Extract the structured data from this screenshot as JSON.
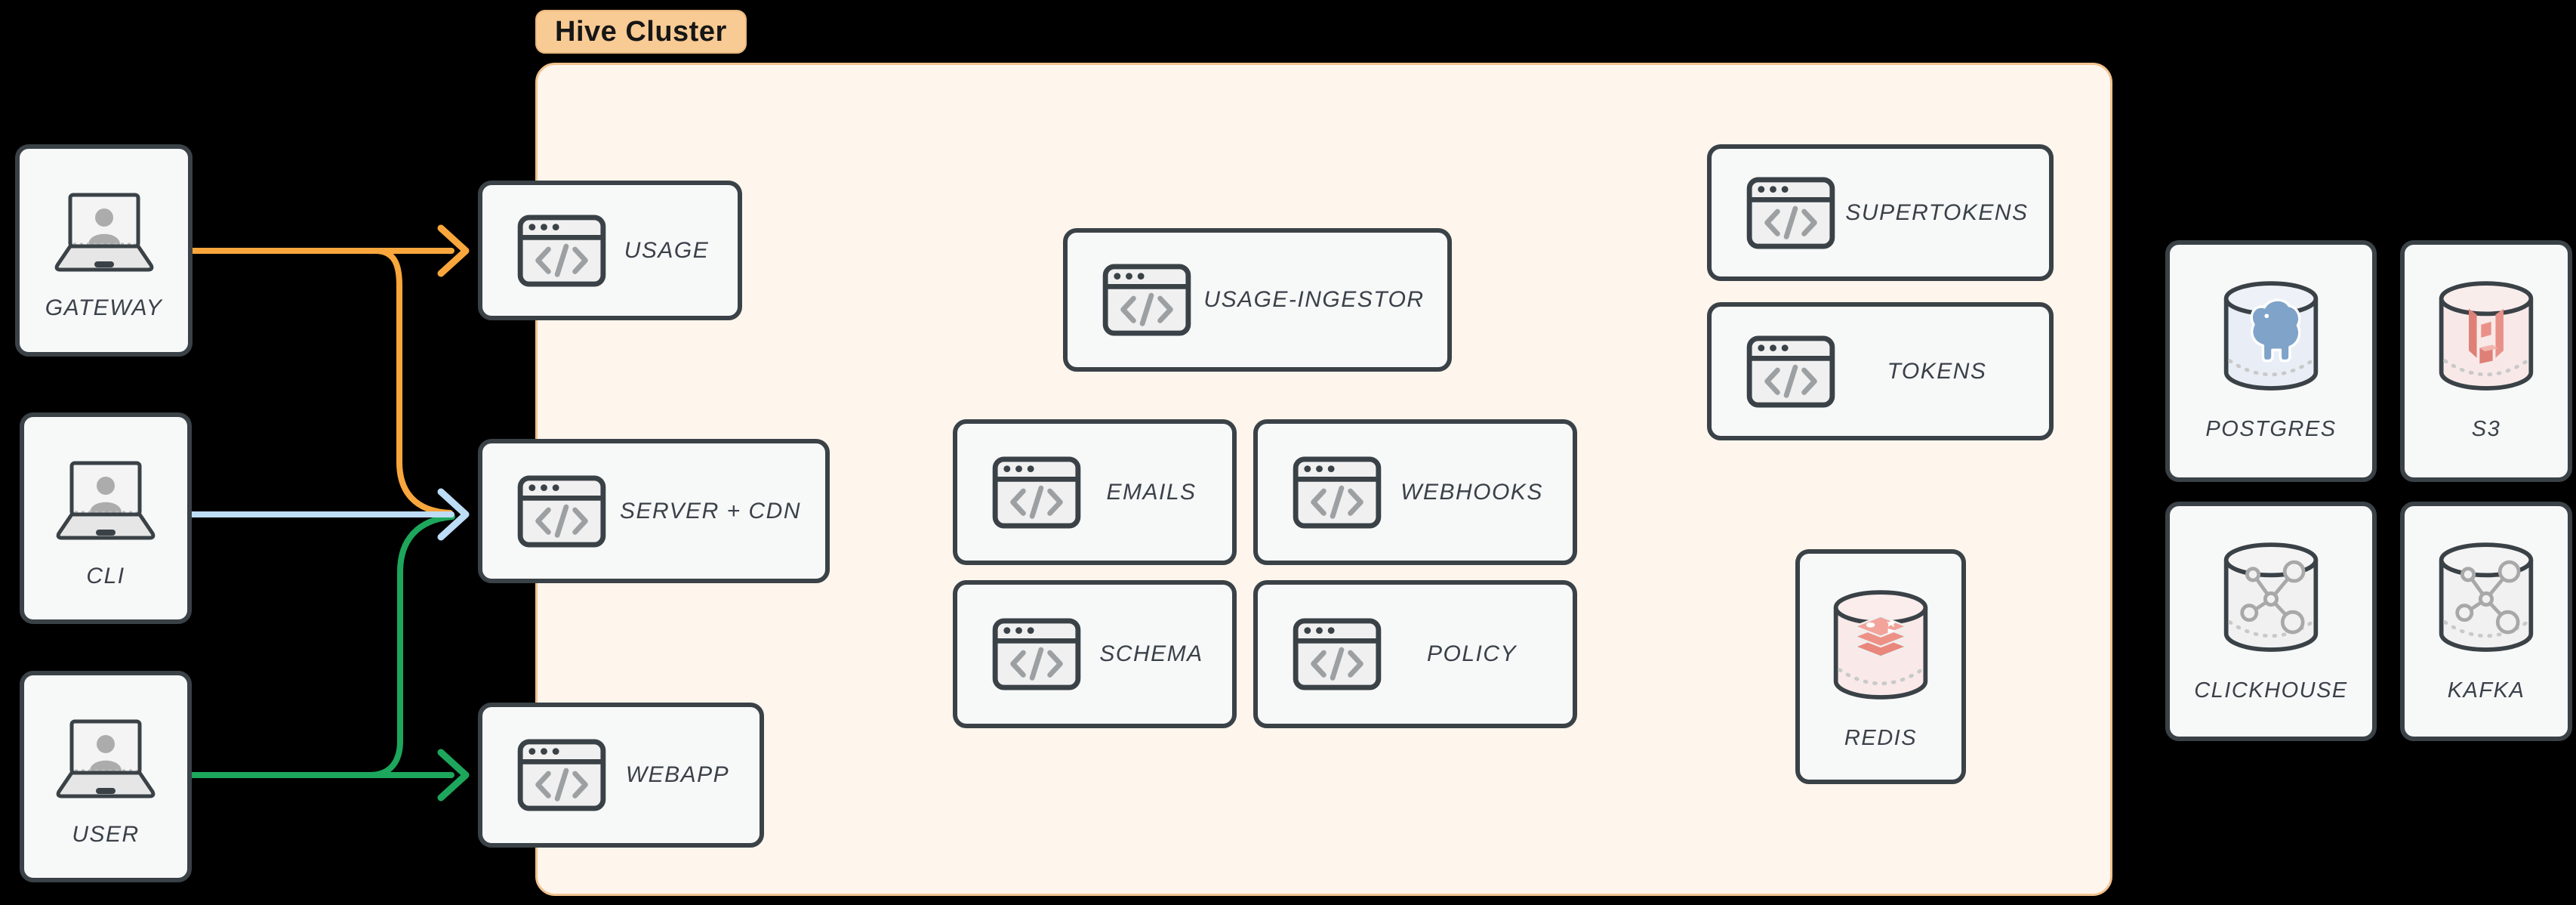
{
  "title_badge": {
    "label": "Hive Cluster"
  },
  "clients": {
    "gateway": {
      "label": "GATEWAY"
    },
    "cli": {
      "label": "CLI"
    },
    "user": {
      "label": "USER"
    }
  },
  "services": {
    "usage": {
      "label": "USAGE"
    },
    "server_cdn": {
      "label": "SERVER + CDN"
    },
    "webapp": {
      "label": "WEBAPP"
    },
    "usage_ingestor": {
      "label": "USAGE-INGESTOR"
    },
    "emails": {
      "label": "EMAILS"
    },
    "webhooks": {
      "label": "WEBHOOKS"
    },
    "schema": {
      "label": "SCHEMA"
    },
    "policy": {
      "label": "POLICY"
    },
    "supertokens": {
      "label": "SUPERTOKENS"
    },
    "tokens": {
      "label": "TOKENS"
    },
    "redis": {
      "label": "REDIS"
    }
  },
  "datastores": {
    "postgres": {
      "label": "POSTGRES"
    },
    "s3": {
      "label": "S3"
    },
    "clickhouse": {
      "label": "CLICKHOUSE"
    },
    "kafka": {
      "label": "KAFKA"
    }
  },
  "edges": [
    {
      "from": "GATEWAY",
      "to": "USAGE",
      "color_key": "orange"
    },
    {
      "from": "GATEWAY",
      "to": "SERVER + CDN",
      "color_key": "orange"
    },
    {
      "from": "CLI",
      "to": "SERVER + CDN",
      "color_key": "blue"
    },
    {
      "from": "USER",
      "to": "WEBAPP",
      "color_key": "green"
    },
    {
      "from": "USER",
      "to": "SERVER + CDN",
      "color_key": "green"
    }
  ],
  "colors": {
    "orange": "#F9A63C",
    "blue": "#BDDCF6",
    "green": "#1DA75C",
    "card_border": "#3A4247",
    "card_fill": "#F7F8F8",
    "cluster_fill": "#FEF5EC",
    "cluster_border": "#F2C28F",
    "badge_fill": "#F8CB94",
    "background": "#000000"
  },
  "icons": {
    "client": "laptop-user-icon",
    "service": "code-window-icon",
    "postgres": "postgres-elephant-db-icon",
    "s3": "s3-bucket-db-icon",
    "clickhouse": "node-graph-db-icon",
    "kafka": "node-graph-db-icon",
    "redis": "redis-stack-db-icon"
  }
}
